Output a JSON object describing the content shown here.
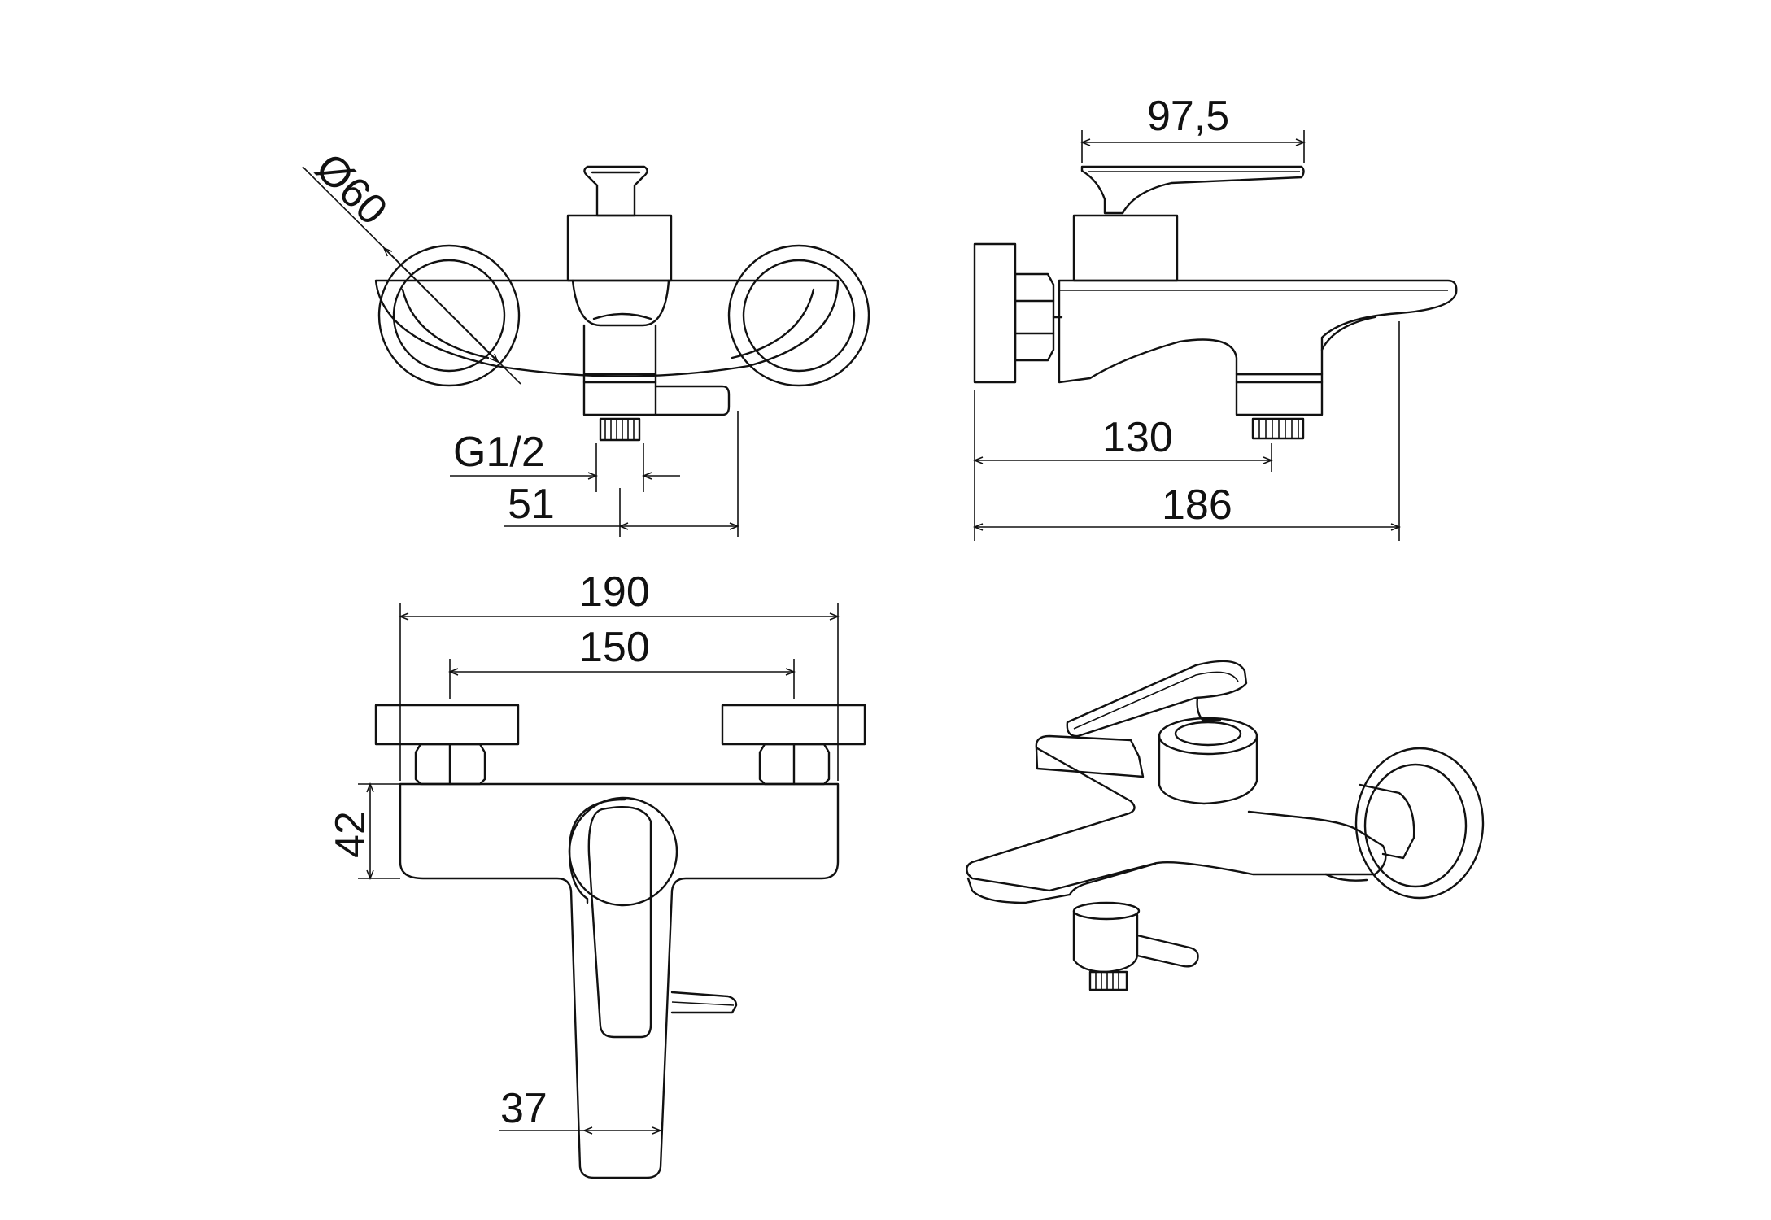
{
  "front_view": {
    "diameter_label": "Ø60",
    "thread_label": "G1/2",
    "offset_label": "51"
  },
  "side_view": {
    "handle_length_label": "97,5",
    "outlet_projection_label": "130",
    "total_depth_label": "186"
  },
  "top_view": {
    "total_width_label": "190",
    "center_distance_label": "150",
    "body_height_label": "42",
    "spout_width_label": "37"
  }
}
